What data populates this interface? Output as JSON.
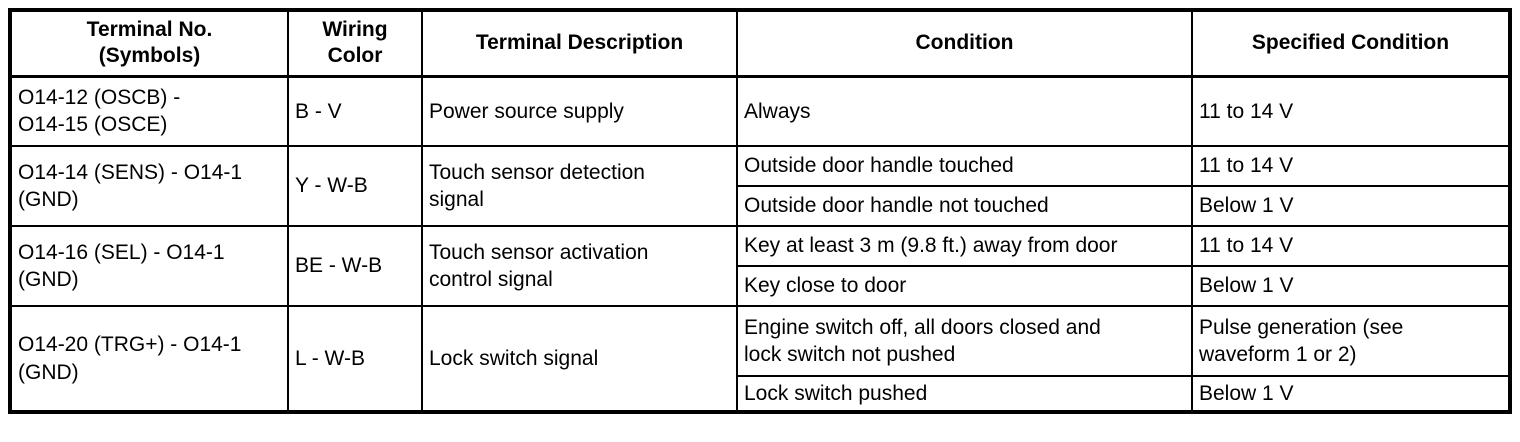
{
  "table": {
    "border_color": "#000000",
    "background_color": "#ffffff",
    "headers": [
      {
        "label": "Terminal No.\n(Symbols)"
      },
      {
        "label": "Wiring\nColor"
      },
      {
        "label": "Terminal Description"
      },
      {
        "label": "Condition"
      },
      {
        "label": "Specified Condition"
      }
    ],
    "rows": [
      {
        "terminal": "O14-12 (OSCB) -\nO14-15 (OSCE)",
        "wiring_color": "B - V",
        "description": "Power source supply",
        "conditions": [
          {
            "condition": "Always",
            "specified": "11 to 14 V"
          }
        ]
      },
      {
        "terminal": "O14-14 (SENS) - O14-1\n(GND)",
        "wiring_color": "Y - W-B",
        "description": "Touch sensor detection\nsignal",
        "conditions": [
          {
            "condition": "Outside door handle touched",
            "specified": "11 to 14 V"
          },
          {
            "condition": "Outside door handle not touched",
            "specified": "Below 1 V"
          }
        ]
      },
      {
        "terminal": "O14-16 (SEL) - O14-1\n(GND)",
        "wiring_color": "BE - W-B",
        "description": "Touch sensor activation\ncontrol signal",
        "conditions": [
          {
            "condition": "Key at least 3 m (9.8 ft.) away from door",
            "specified": "11 to 14 V"
          },
          {
            "condition": "Key close to door",
            "specified": "Below 1 V"
          }
        ]
      },
      {
        "terminal": "O14-20 (TRG+) - O14-1\n(GND)",
        "wiring_color": "L - W-B",
        "description": "Lock switch signal",
        "conditions": [
          {
            "condition": "Engine switch off, all doors closed and\nlock switch not pushed",
            "specified": "Pulse generation (see\nwaveform 1 or 2)"
          },
          {
            "condition": "Lock switch pushed",
            "specified": "Below 1 V"
          }
        ]
      }
    ]
  }
}
